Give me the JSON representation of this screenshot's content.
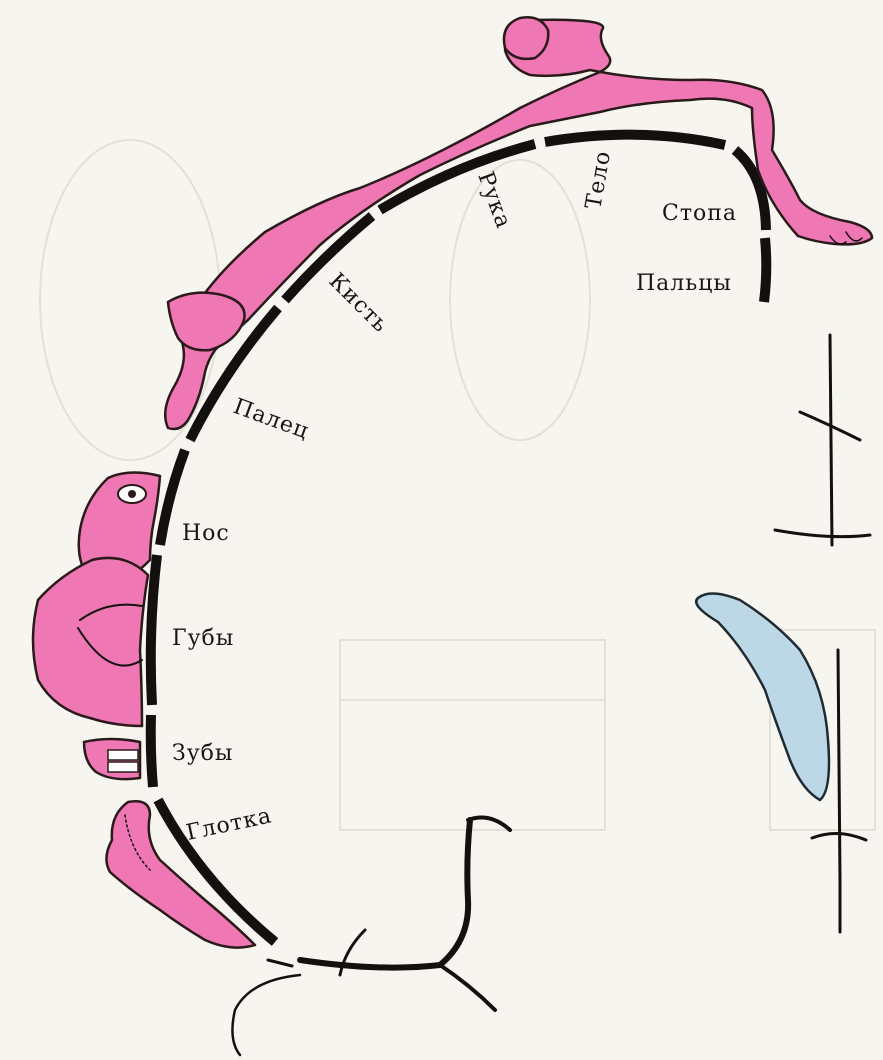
{
  "labels": {
    "stopa": "Стопа",
    "paltsy": "Пальцы",
    "telo": "Тело",
    "ruka": "Рука",
    "kist": "Кисть",
    "palets": "Палец",
    "nos": "Нос",
    "guby": "Губы",
    "zuby": "Зубы",
    "glotka": "Глотка"
  },
  "colors": {
    "figure_pink": "#ee77b4",
    "ventricle_blue": "#bcd8e6",
    "ink": "#151010",
    "paper": "#f6f5ef"
  }
}
